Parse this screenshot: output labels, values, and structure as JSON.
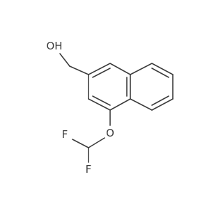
{
  "molecule": {
    "atom_labels": {
      "hydroxyl": "OH",
      "ether_oxygen": "O",
      "fluorine_upper": "F",
      "fluorine_lower": "F"
    },
    "colors": {
      "bond": "#3c3c3c",
      "label": "#3c3c3c",
      "background": "#ffffff"
    }
  }
}
